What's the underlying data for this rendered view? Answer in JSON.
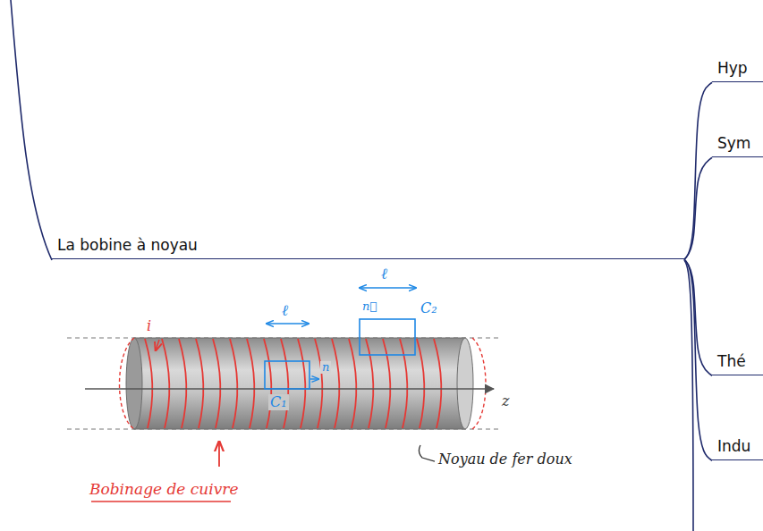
{
  "diagram": {
    "nodes": [
      {
        "text": [
          "La bobine à noyau"
        ]
      },
      {
        "text": [
          "Hyp"
        ]
      },
      {
        "text": [
          "Sym"
        ]
      },
      {
        "text": [
          "Thé"
        ]
      },
      {
        "text": [
          "Indu"
        ]
      }
    ],
    "edges": [
      {
        "from": 0,
        "to": 1,
        "arrow": "none"
      },
      {
        "from": 0,
        "to": 2,
        "arrow": "none"
      },
      {
        "from": 0,
        "to": 3,
        "arrow": "none"
      },
      {
        "from": 0,
        "to": 4,
        "arrow": "none"
      }
    ],
    "labels": [
      "i",
      "ℓ",
      "ℓ",
      "C₂",
      "n⃗",
      "C₁",
      "n",
      "z",
      "Bobinage de cuivre",
      "Noyau de fer doux"
    ]
  }
}
